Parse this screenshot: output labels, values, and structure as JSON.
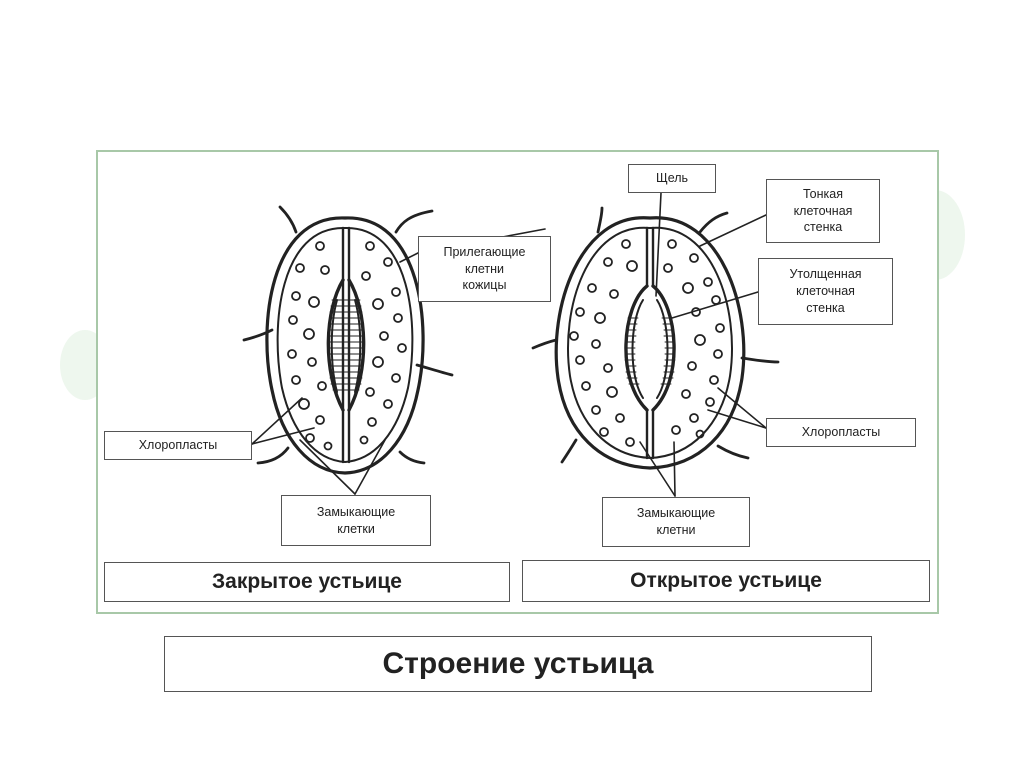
{
  "labels": {
    "chloroplasts_left": "Хлоропласты",
    "adjacent_cells": "Прилегающие\nклетни\nкожицы",
    "guard_cells_left": "Замыкающие\nклетки",
    "slit": "Щель",
    "thin_wall": "Тонкая\nклеточная\nстенка",
    "thick_wall": "Утолщенная\nклеточная\nстенка",
    "chloroplasts_right": "Хлоропласты",
    "guard_cells_right": "Замыкающие\nклетни"
  },
  "captions": {
    "closed": "Закрытое устьице",
    "open": "Открытое устьице"
  },
  "title": "Строение устьица",
  "colors": {
    "frame_border": "#a8c8a8",
    "ink": "#222222",
    "background_deco": "#eef7ee"
  }
}
